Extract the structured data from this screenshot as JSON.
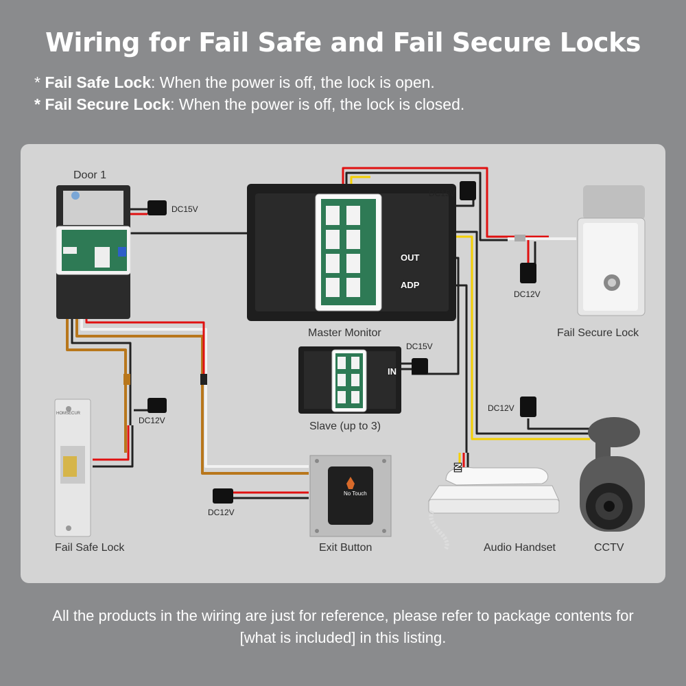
{
  "title": "Wiring for Fail Safe and Fail Secure Locks",
  "notes": [
    {
      "prefix": "* ",
      "term": "Fail Safe Lock",
      "desc": ": When the power is off, the lock is open."
    },
    {
      "prefix": "* ",
      "term": "Fail Secure Lock",
      "desc": ": When the power is off, the lock is closed."
    }
  ],
  "labels": {
    "door1": "Door 1",
    "master_monitor": "Master Monitor",
    "fail_secure_lock": "Fail Secure Lock",
    "slave": "Slave (up to 3)",
    "fail_safe_lock": "Fail Safe Lock",
    "exit_button": "Exit Button",
    "audio_handset": "Audio Handset",
    "cctv": "CCTV"
  },
  "power": {
    "door_dc15": "DC15V",
    "monitor_dc15": "DC15V",
    "slave_dc15": "DC15V",
    "lock_secure_dc12": "DC12V",
    "lock_safe_dc12": "DC12V",
    "exit_dc12": "DC12V",
    "cctv_dc12": "DC12V"
  },
  "ports": {
    "out": "OUT",
    "adp": "ADP",
    "in_slave": "IN",
    "in_handset": "IN"
  },
  "exit_button_text": "No Touch",
  "brand": "HOMSECUR",
  "footer": "All the products in the wiring are just for reference, please refer to package contents for [what is included] in this listing."
}
